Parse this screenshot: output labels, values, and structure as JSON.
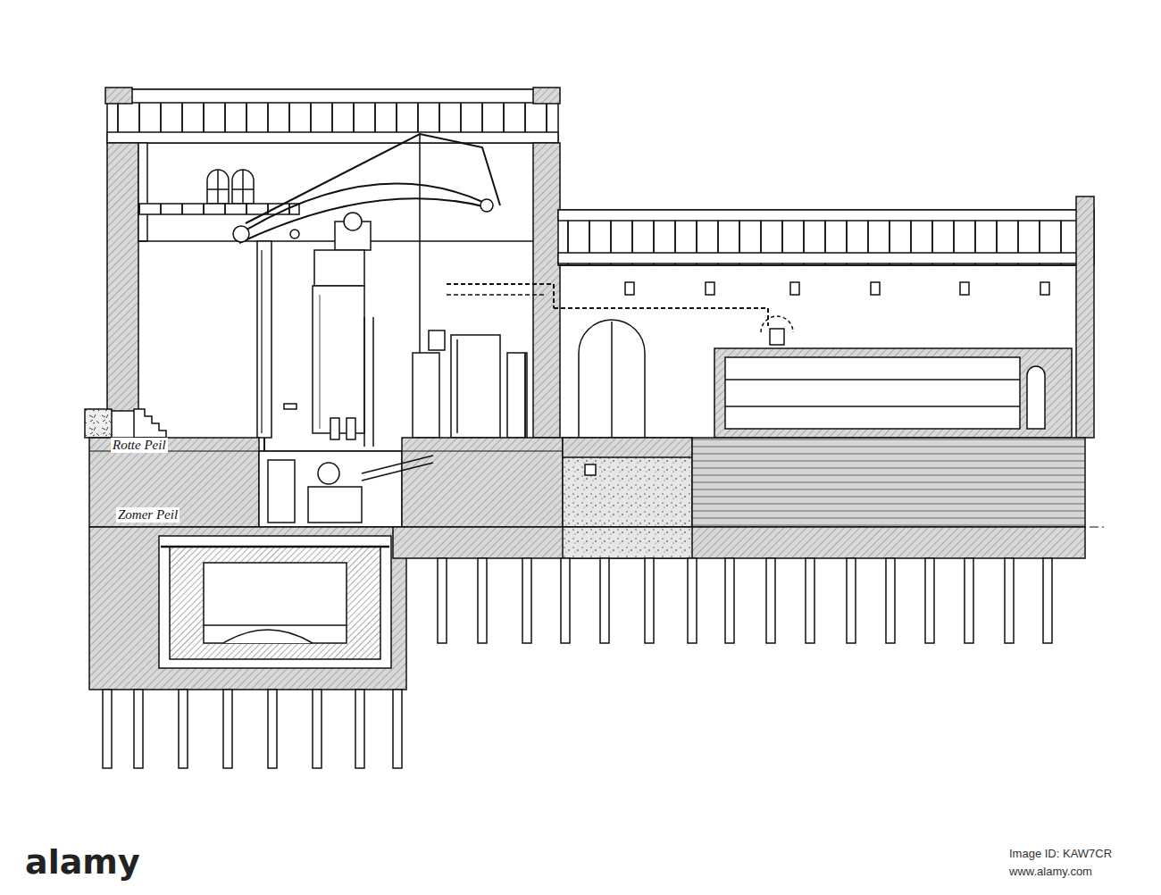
{
  "diagram": {
    "labels": [
      "Rotte Peil",
      "Zomer Peil",
      "alamy",
      "Image ID: KAW7CR",
      "www.alamy.com"
    ]
  }
}
